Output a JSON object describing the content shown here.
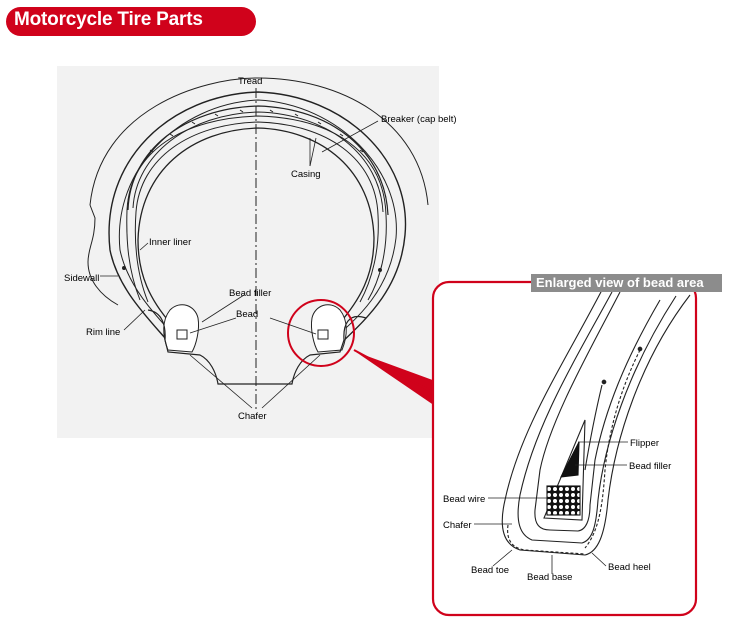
{
  "title": "Motorcycle Tire Parts",
  "enlarged_title": "Enlarged view of bead area",
  "colors": {
    "accent": "#d0021b",
    "tab_gray": "#8c8c8c",
    "diagram_bg": "#f2f2f2"
  },
  "labels": {
    "tread": "Tread",
    "breaker": "Breaker (cap belt)",
    "casing": "Casing",
    "inner_liner": "Inner liner",
    "sidewall": "Sidewall",
    "bead_filler": "Bead filler",
    "bead": "Bead",
    "rim_line": "Rim line",
    "chafer": "Chafer"
  },
  "enlarged_labels": {
    "flipper": "Flipper",
    "bead_filler": "Bead filler",
    "bead_wire": "Bead wire",
    "chafer": "Chafer",
    "bead_toe": "Bead toe",
    "bead_base": "Bead base",
    "bead_heel": "Bead heel"
  }
}
